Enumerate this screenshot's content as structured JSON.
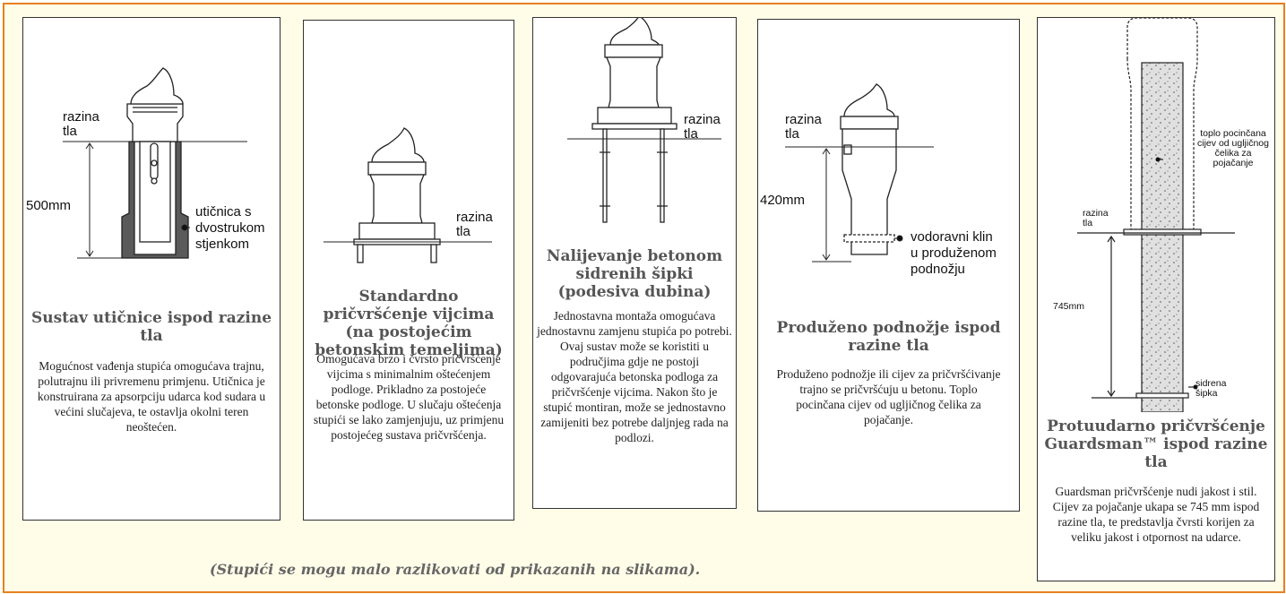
{
  "panels": [
    {
      "title": "Sustav utičnice ispod razine tla",
      "description": "Mogućnost vađenja stupića omogućava trajnu, polutrajnu ili privremenu primjenu. Utičnica je konstruirana za apsorpciju udarca kod sudara u većini slučajeva, te ostavlja okolni teren neoštećen.",
      "labels": {
        "ground": "razina tla",
        "depth": "500mm",
        "socket": "utičnica s dvostrukom stjenkom"
      }
    },
    {
      "title": "Standardno pričvršćenje vijcima (na postojećim betonskim temeljima)",
      "description": "Omogućava brzo i čvrsto pričvršćenje vijcima s minimalnim oštećenjem podloge. Prikladno za postojeće betonske podloge. U slučaju oštećenja stupići se lako zamjenjuju, uz primjenu postojećeg sustava pričvršćenja.",
      "labels": {
        "ground": "razina tla"
      }
    },
    {
      "title": "Nalijevanje betonom sidrenih šipki (podesiva dubina)",
      "description": "Jednostavna montaža omogućava jednostavnu zamjenu stupića po potrebi. Ovaj sustav može se koristiti u područjima gdje ne postoji odgovarajuća betonska podloga za pričvršćenje vijcima. Nakon što je stupić montiran, može se jednostavno zamijeniti bez potrebe daljnjeg rada na podlozi.",
      "labels": {
        "ground": "razina tla"
      }
    },
    {
      "title": "Produženo podnožje ispod razine tla",
      "description": "Produženo podnožje ili cijev za pričvršćivanje trajno se pričvršćuju u betonu. Toplo pocinčana cijev od ugljičnog čelika za pojačanje.",
      "labels": {
        "ground": "razina tla",
        "depth": "420mm",
        "pin": "vodoravni klin u produženom podnožju"
      }
    },
    {
      "title": "Protuudarno pričvršćenje Guardsman™ ispod razine tla",
      "description": "Guardsman pričvršćenje nudi jakost i stil. Cijev za pojačanje ukapa se 745 mm ispod razine tla, te predstavlja čvrsti korijen za veliku jakost i otpornost na udarce.",
      "labels": {
        "tube": "toplo pocinčana cijev od ugljičnog čelika za pojačanje",
        "ground": "razina tla",
        "depth": "745mm",
        "bar": "sidrena šipka"
      }
    }
  ],
  "note": "(Stupići se mogu malo razlikovati od prikazanih na slikama).",
  "colors": {
    "frame": "#e8801e",
    "background": "#fffde8",
    "title": "#555555",
    "socket": "#555555"
  }
}
